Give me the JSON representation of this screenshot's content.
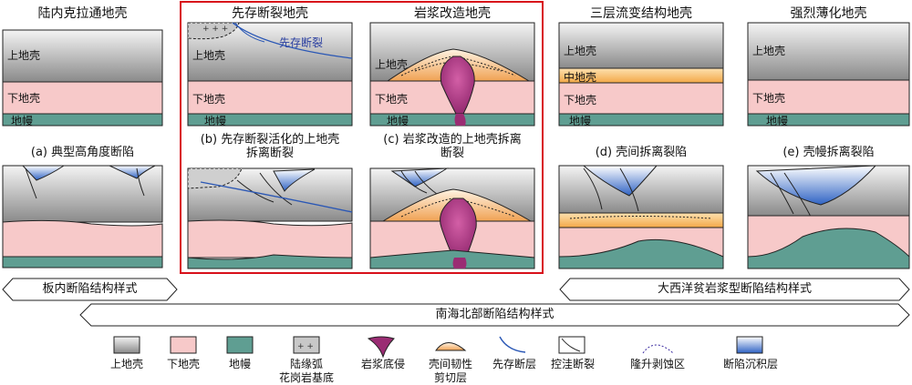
{
  "top_titles": {
    "col1": "陆内克拉通地壳",
    "col2": "先存断裂地壳",
    "col3": "岩浆改造地壳",
    "col4": "三层流变结构地壳",
    "col5": "强烈薄化地壳"
  },
  "layers": {
    "upper": "上地壳",
    "middle": "中地壳",
    "lower": "下地壳",
    "mantle": "地幔",
    "preexisting_fault": "先存断裂"
  },
  "subtitles": {
    "a": "(a) 典型高角度断陷",
    "b": "(b) 先存断裂活化的上地壳拆离断裂",
    "c": "(c) 岩浆改造的上地壳拆离断裂",
    "d": "(d) 壳间拆离裂陷",
    "e": "(e) 壳幔拆离裂陷"
  },
  "bars": {
    "intraplate": "板内断陷结构样式",
    "atlantic": "大西洋贫岩浆型断陷结构样式",
    "scs": "南海北部断陷结构样式"
  },
  "legend": [
    {
      "label": "上地壳",
      "icon": "upper-crust-swatch"
    },
    {
      "label": "下地壳",
      "icon": "lower-crust-swatch"
    },
    {
      "label": "地幔",
      "icon": "mantle-swatch"
    },
    {
      "label": "陆缘弧\n花岗岩基底",
      "icon": "granite-basement-swatch"
    },
    {
      "label": "岩浆底侵",
      "icon": "magma-underplating-swatch"
    },
    {
      "label": "壳间韧性\n剪切层",
      "icon": "ductile-shear-swatch"
    },
    {
      "label": "先存断层",
      "icon": "preexisting-fault-swatch"
    },
    {
      "label": "控洼断裂",
      "icon": "depression-fault-swatch"
    },
    {
      "label": "隆升剥蚀区",
      "icon": "uplift-erosion-swatch"
    },
    {
      "label": "断陷沉积层",
      "icon": "rift-sediment-swatch"
    }
  ],
  "colors": {
    "upper_top": "#ffffff",
    "upper_bottom": "#8e8e8e",
    "lower_crust": "#f7c9c9",
    "mantle": "#5f9e92",
    "middle_crust": "#f3a847",
    "magma": "#9a2c73",
    "sediment": "#2f63c4",
    "highlight_box": "#d8101a"
  }
}
